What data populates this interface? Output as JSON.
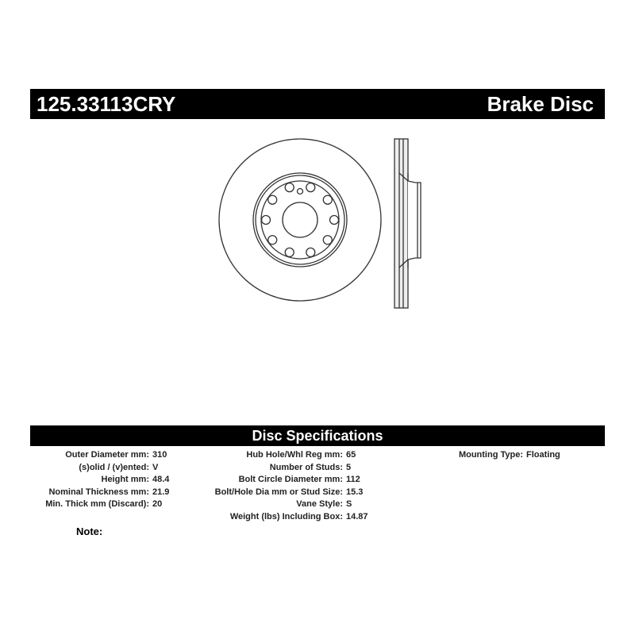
{
  "header": {
    "part_number": "125.33113CRY",
    "product_type": "Brake Disc"
  },
  "spec_title": "Disc Specifications",
  "specs": {
    "col1": [
      {
        "label": "Outer Diameter mm:",
        "value": "310"
      },
      {
        "label": "(s)olid / (v)ented:",
        "value": "V"
      },
      {
        "label": "Height mm:",
        "value": "48.4"
      },
      {
        "label": "Nominal Thickness mm:",
        "value": "21.9"
      },
      {
        "label": "Min. Thick mm (Discard):",
        "value": "20"
      }
    ],
    "col2": [
      {
        "label": "Hub Hole/Whl Reg mm:",
        "value": "65"
      },
      {
        "label": "Number of Studs:",
        "value": "5"
      },
      {
        "label": "Bolt Circle Diameter mm:",
        "value": "112"
      },
      {
        "label": "Bolt/Hole Dia mm or Stud Size:",
        "value": "15.3"
      },
      {
        "label": "Vane Style:",
        "value": "S"
      },
      {
        "label": "Weight (lbs) Including Box:",
        "value": "14.87"
      }
    ],
    "col3": [
      {
        "label": "Mounting Type:",
        "value": "Floating"
      }
    ]
  },
  "note_label": "Note:"
}
